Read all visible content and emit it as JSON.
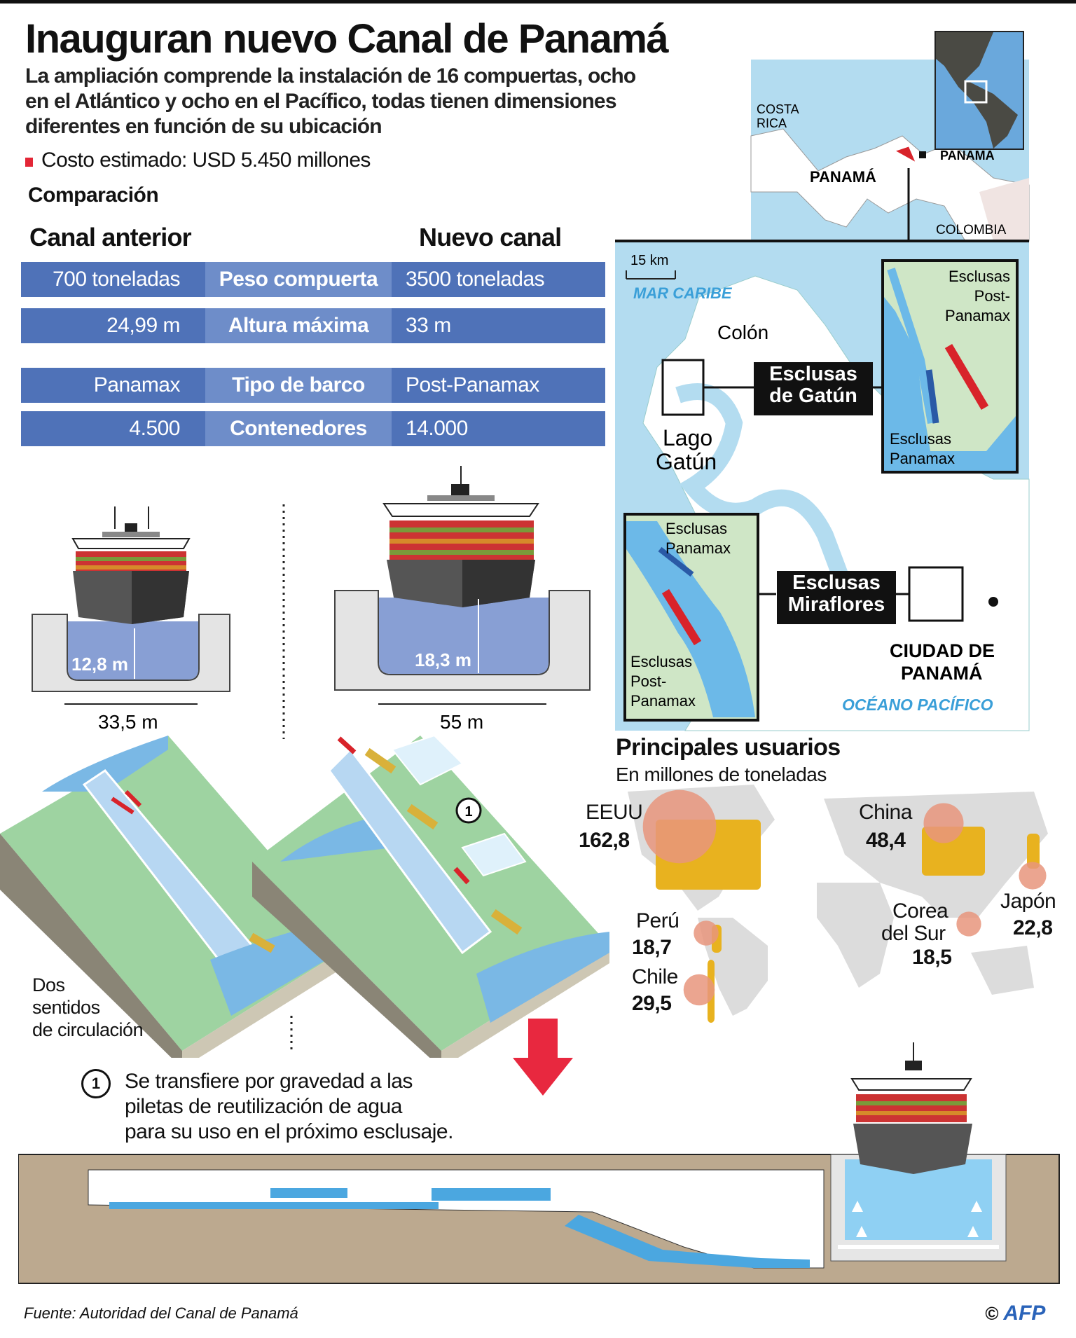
{
  "header": {
    "title": "Inauguran nuevo Canal de Panamá",
    "subtitle_lines": [
      "La ampliación comprende la instalación de 16 compuertas,  ocho",
      "en el Atlántico y ocho en el Pacífico, todas tienen dimensiones",
      "diferentes en función de su ubicación"
    ],
    "cost": "Costo estimado: USD 5.450 millones",
    "comparison_label": "Comparación"
  },
  "comparison": {
    "old_header": "Canal anterior",
    "new_header": "Nuevo canal",
    "rows": [
      {
        "old": "700 toneladas",
        "metric": "Peso compuerta",
        "new": "3500 toneladas"
      },
      {
        "old": "24,99 m",
        "metric": "Altura máxima",
        "new": "33 m"
      },
      {
        "old": "Panamax",
        "metric": "Tipo de barco",
        "new": "Post-Panamax"
      },
      {
        "old": "4.500",
        "metric": "Contenedores",
        "new": "14.000"
      }
    ]
  },
  "ships": {
    "old": {
      "depth": "12,8 m",
      "width": "33,5 m"
    },
    "new": {
      "depth": "18,3 m",
      "width": "55 m"
    }
  },
  "map": {
    "inset_labels": {
      "costa_rica_1": "COSTA",
      "costa_rica_2": "RICA",
      "panama": "PANAMÁ",
      "panama_small": "PANAMÁ",
      "colombia": "COLOMBIA"
    },
    "scale": "15 km",
    "mar_caribe": "MAR CARIBE",
    "colon": "Colón",
    "lago_1": "Lago",
    "lago_2": "Gatún",
    "gatun_label_1": "Esclusas",
    "gatun_label_2": "de Gatún",
    "miraflores_label_1": "Esclusas",
    "miraflores_label_2": "Miraflores",
    "gatun_inset": {
      "post_1": "Esclusas",
      "post_2": "Post-",
      "post_3": "Panamax",
      "panamax_1": "Esclusas",
      "panamax_2": "Panamax"
    },
    "miraflores_inset": {
      "panamax_1": "Esclusas",
      "panamax_2": "Panamax",
      "post_1": "Esclusas",
      "post_2": "Post-",
      "post_3": "Panamax"
    },
    "ciudad_1": "CIUDAD DE",
    "ciudad_2": "PANAMÁ",
    "oceano": "OCÉANO PACÍFICO",
    "colors": {
      "sea": "#b3dcf0",
      "land": "#ffffff",
      "inset_land": "#cfe6c6",
      "inset_water": "#6cb9e8",
      "post_panamax": "#d8232a",
      "panamax": "#2a5aa6"
    }
  },
  "users": {
    "title": "Principales usuarios",
    "subtitle": "En millones de toneladas",
    "bubble_color": "#e8957c",
    "country_color": "#e8b21f",
    "items": [
      {
        "name": "EEUU",
        "value": 162.8,
        "label": "162,8"
      },
      {
        "name": "China",
        "value": 48.4,
        "label": "48,4"
      },
      {
        "name": "Japón",
        "value": 22.8,
        "label": "22,8"
      },
      {
        "name_1": "Corea",
        "name_2": "del Sur",
        "value": 18.5,
        "label": "18,5"
      },
      {
        "name": "Perú",
        "value": 18.7,
        "label": "18,7"
      },
      {
        "name": "Chile",
        "value": 29.5,
        "label": "29,5"
      }
    ]
  },
  "locks": {
    "two_way_1": "Dos",
    "two_way_2": "sentidos",
    "two_way_3": "de circulación",
    "marker": "1"
  },
  "note": {
    "number": "1",
    "lines": [
      "Se transfiere por gravedad a las",
      "piletas de reutilización de agua",
      "para su uso en el próximo esclusaje."
    ]
  },
  "footer": {
    "source": "Fuente: Autoridad del Canal de Panamá",
    "copyright": "©",
    "agency": "AFP"
  }
}
